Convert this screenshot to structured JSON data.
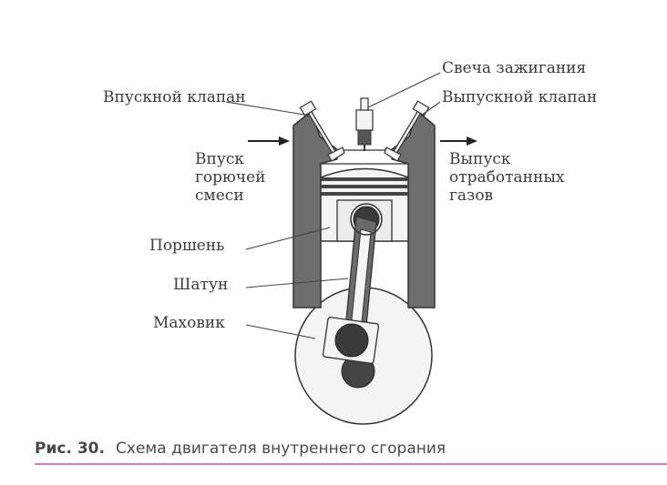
{
  "labels": {
    "spark_plug": "Свеча зажигания",
    "intake_valve": "Впускной клапан",
    "exhaust_valve": "Выпускной клапан",
    "intake_line1": "Впуск",
    "intake_line2": "горючей",
    "intake_line3": "смеси",
    "exhaust_line1": "Выпуск",
    "exhaust_line2": "отработанных",
    "exhaust_line3": "газов",
    "piston": "Поршень",
    "connecting_rod": "Шатун",
    "flywheel": "Маховик"
  },
  "caption": {
    "number": "Рис. 30.",
    "text": "Схема двигателя внутреннего сгорания"
  },
  "colors": {
    "caption_rule": "#d64fa0",
    "metal_dark": "#6e6e6e"
  }
}
